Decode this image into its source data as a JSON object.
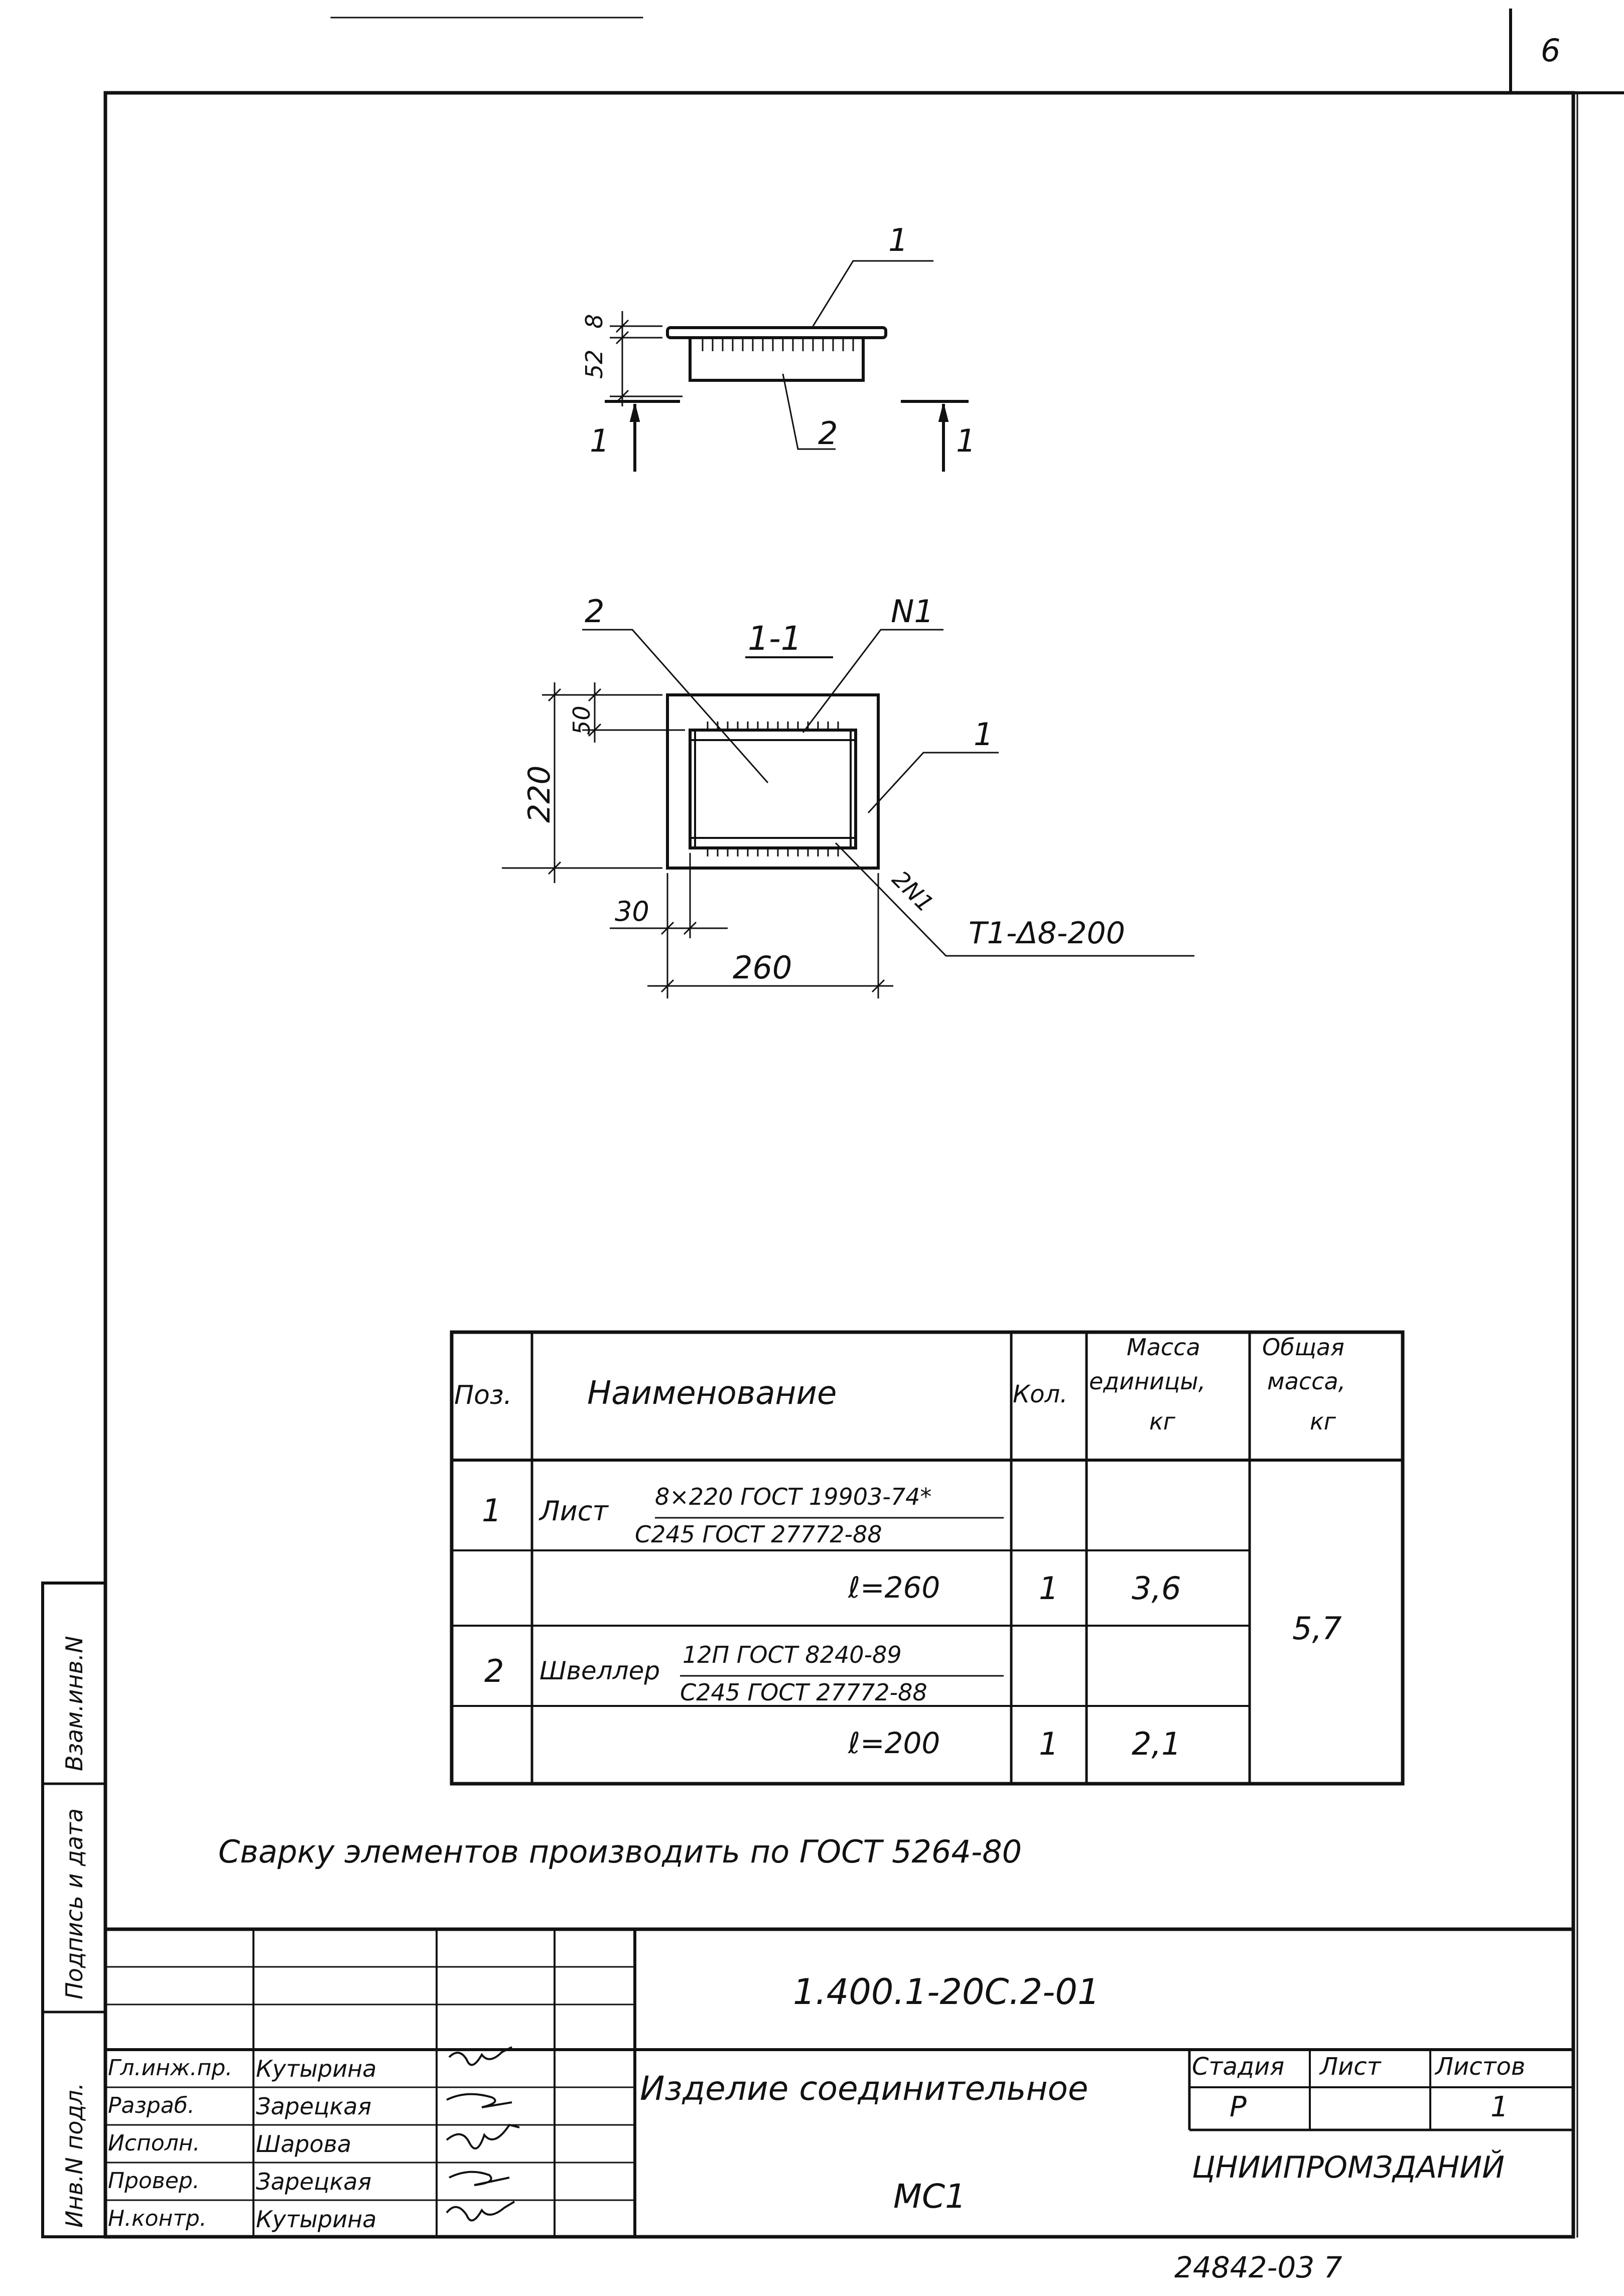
{
  "sheet_number": "6",
  "drawing": {
    "elevation": {
      "callout_1": "1",
      "callout_2": "2",
      "dim_8": "8",
      "dim_52": "52",
      "section_mark_left": "1",
      "section_mark_right": "1"
    },
    "section": {
      "title": "1-1",
      "callout_2": "2",
      "callout_n1": "N1",
      "callout_1": "1",
      "callout_2n1": "2N1",
      "weld_label": "T1-Δ8-200",
      "dim_50": "50",
      "dim_220": "220",
      "dim_30": "30",
      "dim_260": "260"
    }
  },
  "spec_table": {
    "headers": {
      "pos": "Поз.",
      "name": "Наименование",
      "qty": "Кол.",
      "unit_mass": [
        "Масса",
        "единицы,",
        "кг"
      ],
      "total_mass": [
        "Общая",
        "масса,",
        "кг"
      ]
    },
    "rows": [
      {
        "pos": "1",
        "prefix": "Лист",
        "top": "8×220 ГОСТ 19903-74*",
        "bottom": "С245 ГОСТ 27772-88"
      },
      {
        "length": "ℓ=260",
        "qty": "1",
        "unit_mass": "3,6"
      },
      {
        "pos": "2",
        "prefix": "Швеллер",
        "top": "12П ГОСТ 8240-89",
        "bottom": "С245 ГОСТ 27772-88"
      },
      {
        "length": "ℓ=200",
        "qty": "1",
        "unit_mass": "2,1"
      }
    ],
    "total_mass": "5,7"
  },
  "note": "Сварку элементов производить по ГОСТ 5264-80",
  "side_stamp": {
    "inv_orig": "Инв.N подл.",
    "sign_date": "Подпись и дата",
    "inv_repl": "Взам.инв.N"
  },
  "title_block": {
    "designation": "1.400.1-20С.2-01",
    "product_name": "Изделие соединительное",
    "product_mark": "МС1",
    "stage_label": "Стадия",
    "sheet_label": "Лист",
    "sheets_label": "Листов",
    "stage": "Р",
    "sheet": "",
    "sheets": "1",
    "organization": "ЦНИИПРОМЗДАНИЙ",
    "people": [
      {
        "role": "Гл.инж.пр.",
        "name": "Кутырина",
        "sign": "Кут"
      },
      {
        "role": "Разраб.",
        "name": "Зарецкая",
        "sign": "Зар"
      },
      {
        "role": "Исполн.",
        "name": "Шарова",
        "sign": "Шар"
      },
      {
        "role": "Провер.",
        "name": "Зарецкая",
        "sign": "Зар"
      },
      {
        "role": "Н.контр.",
        "name": "Кутырина",
        "sign": "Кут"
      }
    ]
  },
  "footer_code": "24842-03 7"
}
